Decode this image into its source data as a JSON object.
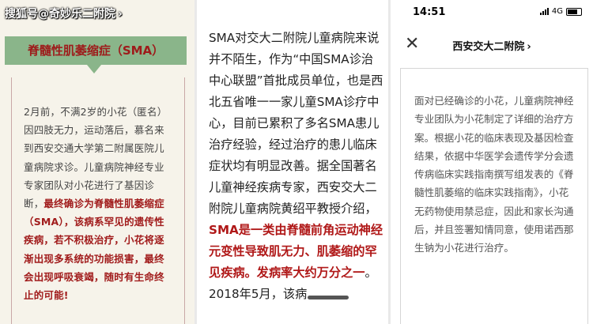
{
  "panel1": {
    "watermark": "搜狐号@奇妙乐二附院",
    "watermark_chevron": "›",
    "banner": "脊髓性肌萎缩症（SMA）",
    "paragraph_normal": "2月前，不满2岁的小花（匿名）因四肢无力，运动落后，慕名来到西安交通大学第二附属医院儿童病院求诊。儿童病院神经专业专家团队对小花进行了基因诊断，",
    "paragraph_highlight": "最终确诊为脊髓性肌萎缩症（SMA），该病系罕见的遗传性疾病，若不积极治疗，小花将逐渐出现多系统的功能损害，最终会出现呼吸衰竭，随时有生命终止的可能!"
  },
  "panel2": {
    "paragraph_normal": "SMA对交大二附院儿童病院来说并不陌生，作为“中国SMA诊治中心联盟”首批成员单位，也是西北五省唯一一家儿童SMA诊疗中心，目前已累积了多名SMA患儿治疗经验，经过治疗的患儿临床症状均有明显改善。据全国著名儿童神经疾病专家，西安交大二附院儿童病院黄绍平教授介绍，",
    "paragraph_highlight": "SMA是一类由脊髓前角运动神经元变性导致肌无力、肌萎缩的罕见疾病。发病率大约万分之一",
    "paragraph_tail": "。2018年5月，该病"
  },
  "panel3": {
    "status_time": "14:51",
    "status_network": "4G",
    "close_icon": "✕",
    "nav_title": "西安交大二附院",
    "nav_chevron": "›",
    "paragraph": "面对已经确诊的小花，儿童病院神经专业团队为小花制定了详细的治疗方案。根据小花的临床表现及基因检查结果，依据中华医学会遗传学分会遗传病临床实践指南撰写组发表的《脊髓性肌萎缩的临床实践指南》，小花无药物使用禁忌症，因此和家长沟通后，并且签署知情同意，使用诺西那生钠为小花进行治疗。"
  },
  "colors": {
    "highlight_red": "#a11c1c",
    "banner_green": "#8ab58a",
    "panel1_bg": "#f6f3ea"
  }
}
